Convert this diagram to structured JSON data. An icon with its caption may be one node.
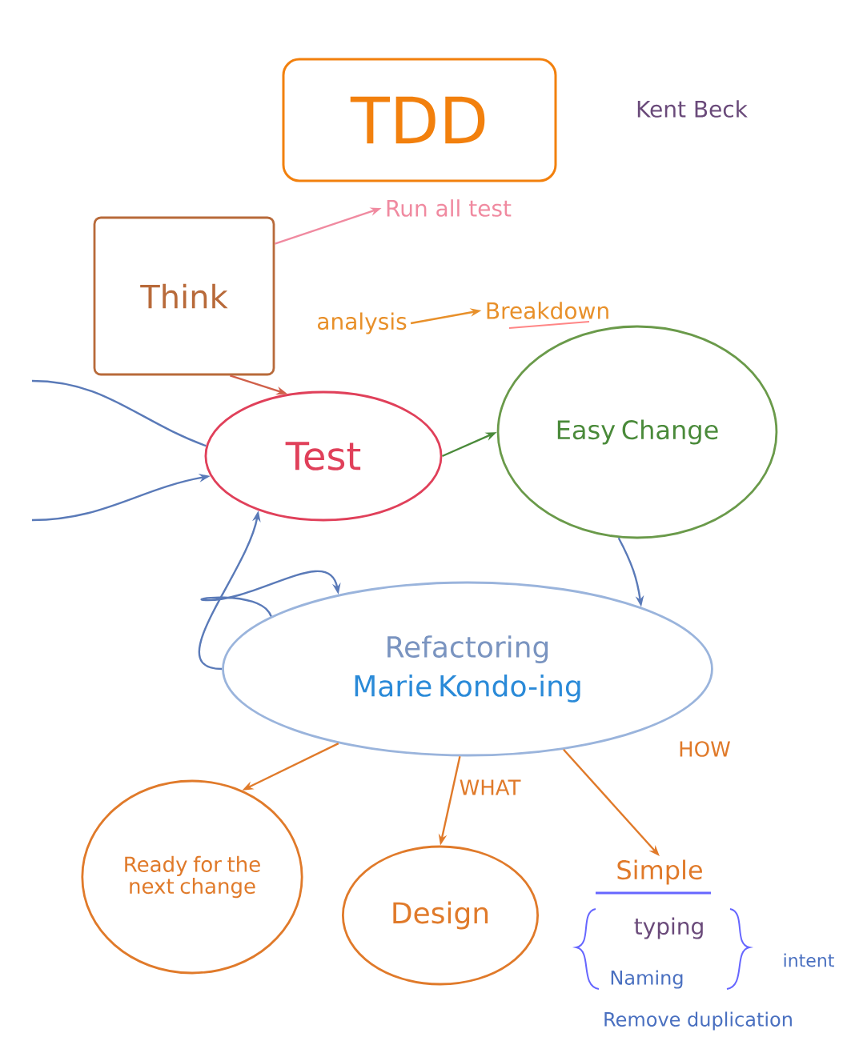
{
  "diagram": {
    "title": "TDD",
    "nodes": [
      {
        "text": [
          "Think"
        ]
      },
      {
        "text": [
          "Run all test"
        ]
      },
      {
        "text": [
          "analysis"
        ]
      },
      {
        "text": [
          "Breakdown"
        ]
      },
      {
        "text": [
          "Test"
        ]
      },
      {
        "text": [
          "Easy Change"
        ]
      },
      {
        "text": [
          "Refactoring",
          "Marie Kondo-ing"
        ]
      },
      {
        "text": [
          "Ready for the next change"
        ]
      },
      {
        "text": [
          "Design"
        ]
      },
      {
        "text": [
          "Simple"
        ]
      }
    ],
    "edges": [
      {
        "from": 0,
        "to": 1,
        "arrow": "to",
        "color": "#f08aa0"
      },
      {
        "from": 2,
        "to": 3,
        "arrow": "to",
        "color": "#e8902a"
      },
      {
        "from": 0,
        "to": 4,
        "arrow": "to",
        "color": "#d0604a"
      },
      {
        "from": 4,
        "to": 5,
        "arrow": "to",
        "color": "#4a8a3a"
      },
      {
        "from": 5,
        "to": 6,
        "arrow": "to"
      },
      {
        "from": 6,
        "to": 4,
        "arrow": "to"
      },
      {
        "from": 6,
        "to": 6,
        "arrow": "to"
      },
      {
        "from": null,
        "to": 4,
        "arrow": "none"
      },
      {
        "from": null,
        "to": 4,
        "arrow": "to"
      },
      {
        "from": 6,
        "to": 7,
        "arrow": "to",
        "color": "#e07a2a"
      },
      {
        "from": 6,
        "to": 8,
        "arrow": "to",
        "label": "WHAT",
        "color": "#e07a2a"
      },
      {
        "from": 6,
        "to": 9,
        "arrow": "to",
        "label": "HOW",
        "color": "#e07a2a"
      }
    ],
    "labels": [
      "Kent Beck",
      "typing",
      "Naming",
      "intent",
      "Remove duplication"
    ]
  }
}
